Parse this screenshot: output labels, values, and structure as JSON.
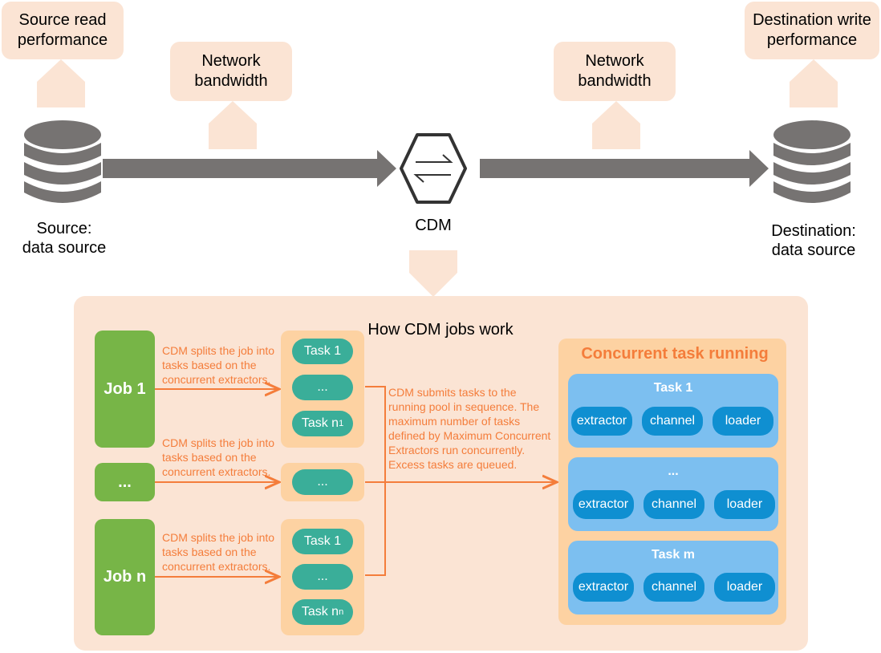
{
  "callouts": {
    "source_read": "Source read performance",
    "network_left": "Network bandwidth",
    "network_right": "Network bandwidth",
    "destination_write": "Destination write performance"
  },
  "source_label": [
    "Source:",
    "data source"
  ],
  "destination_label": [
    "Destination:",
    "data source"
  ],
  "cdm_label": "CDM",
  "panel": {
    "title": "How CDM jobs work",
    "jobs": [
      {
        "label": "Job 1"
      },
      {
        "label": "..."
      },
      {
        "label": "Job n"
      }
    ],
    "split_note": "CDM splits the job into tasks based on the concurrent extractors.",
    "submit_note": "CDM submits tasks to the running pool in sequence. The maximum number of tasks defined by Maximum Concurrent Extractors run concurrently. Excess tasks are queued.",
    "groups": [
      {
        "tasks": [
          "Task 1",
          "...",
          "Task n"
        ],
        "last_sub": "1"
      },
      {
        "tasks": [
          "..."
        ]
      },
      {
        "tasks": [
          "Task 1",
          "...",
          "Task n"
        ],
        "last_sub": "n"
      }
    ],
    "pool": {
      "title": "Concurrent task running",
      "tasks": [
        {
          "title": "Task 1",
          "parts": [
            "extractor",
            "channel",
            "loader"
          ]
        },
        {
          "title": "...",
          "parts": [
            "extractor",
            "channel",
            "loader"
          ]
        },
        {
          "title": "Task m",
          "parts": [
            "extractor",
            "channel",
            "loader"
          ]
        }
      ]
    }
  },
  "colors": {
    "arrow": "#767372",
    "callout": "#fbe4d4",
    "job": "#77b547",
    "task": "#3aae99",
    "note": "#f47d3b",
    "pool": "#fdd2a2",
    "pool_task": "#7cbff0",
    "pill": "#0f8fd1"
  }
}
